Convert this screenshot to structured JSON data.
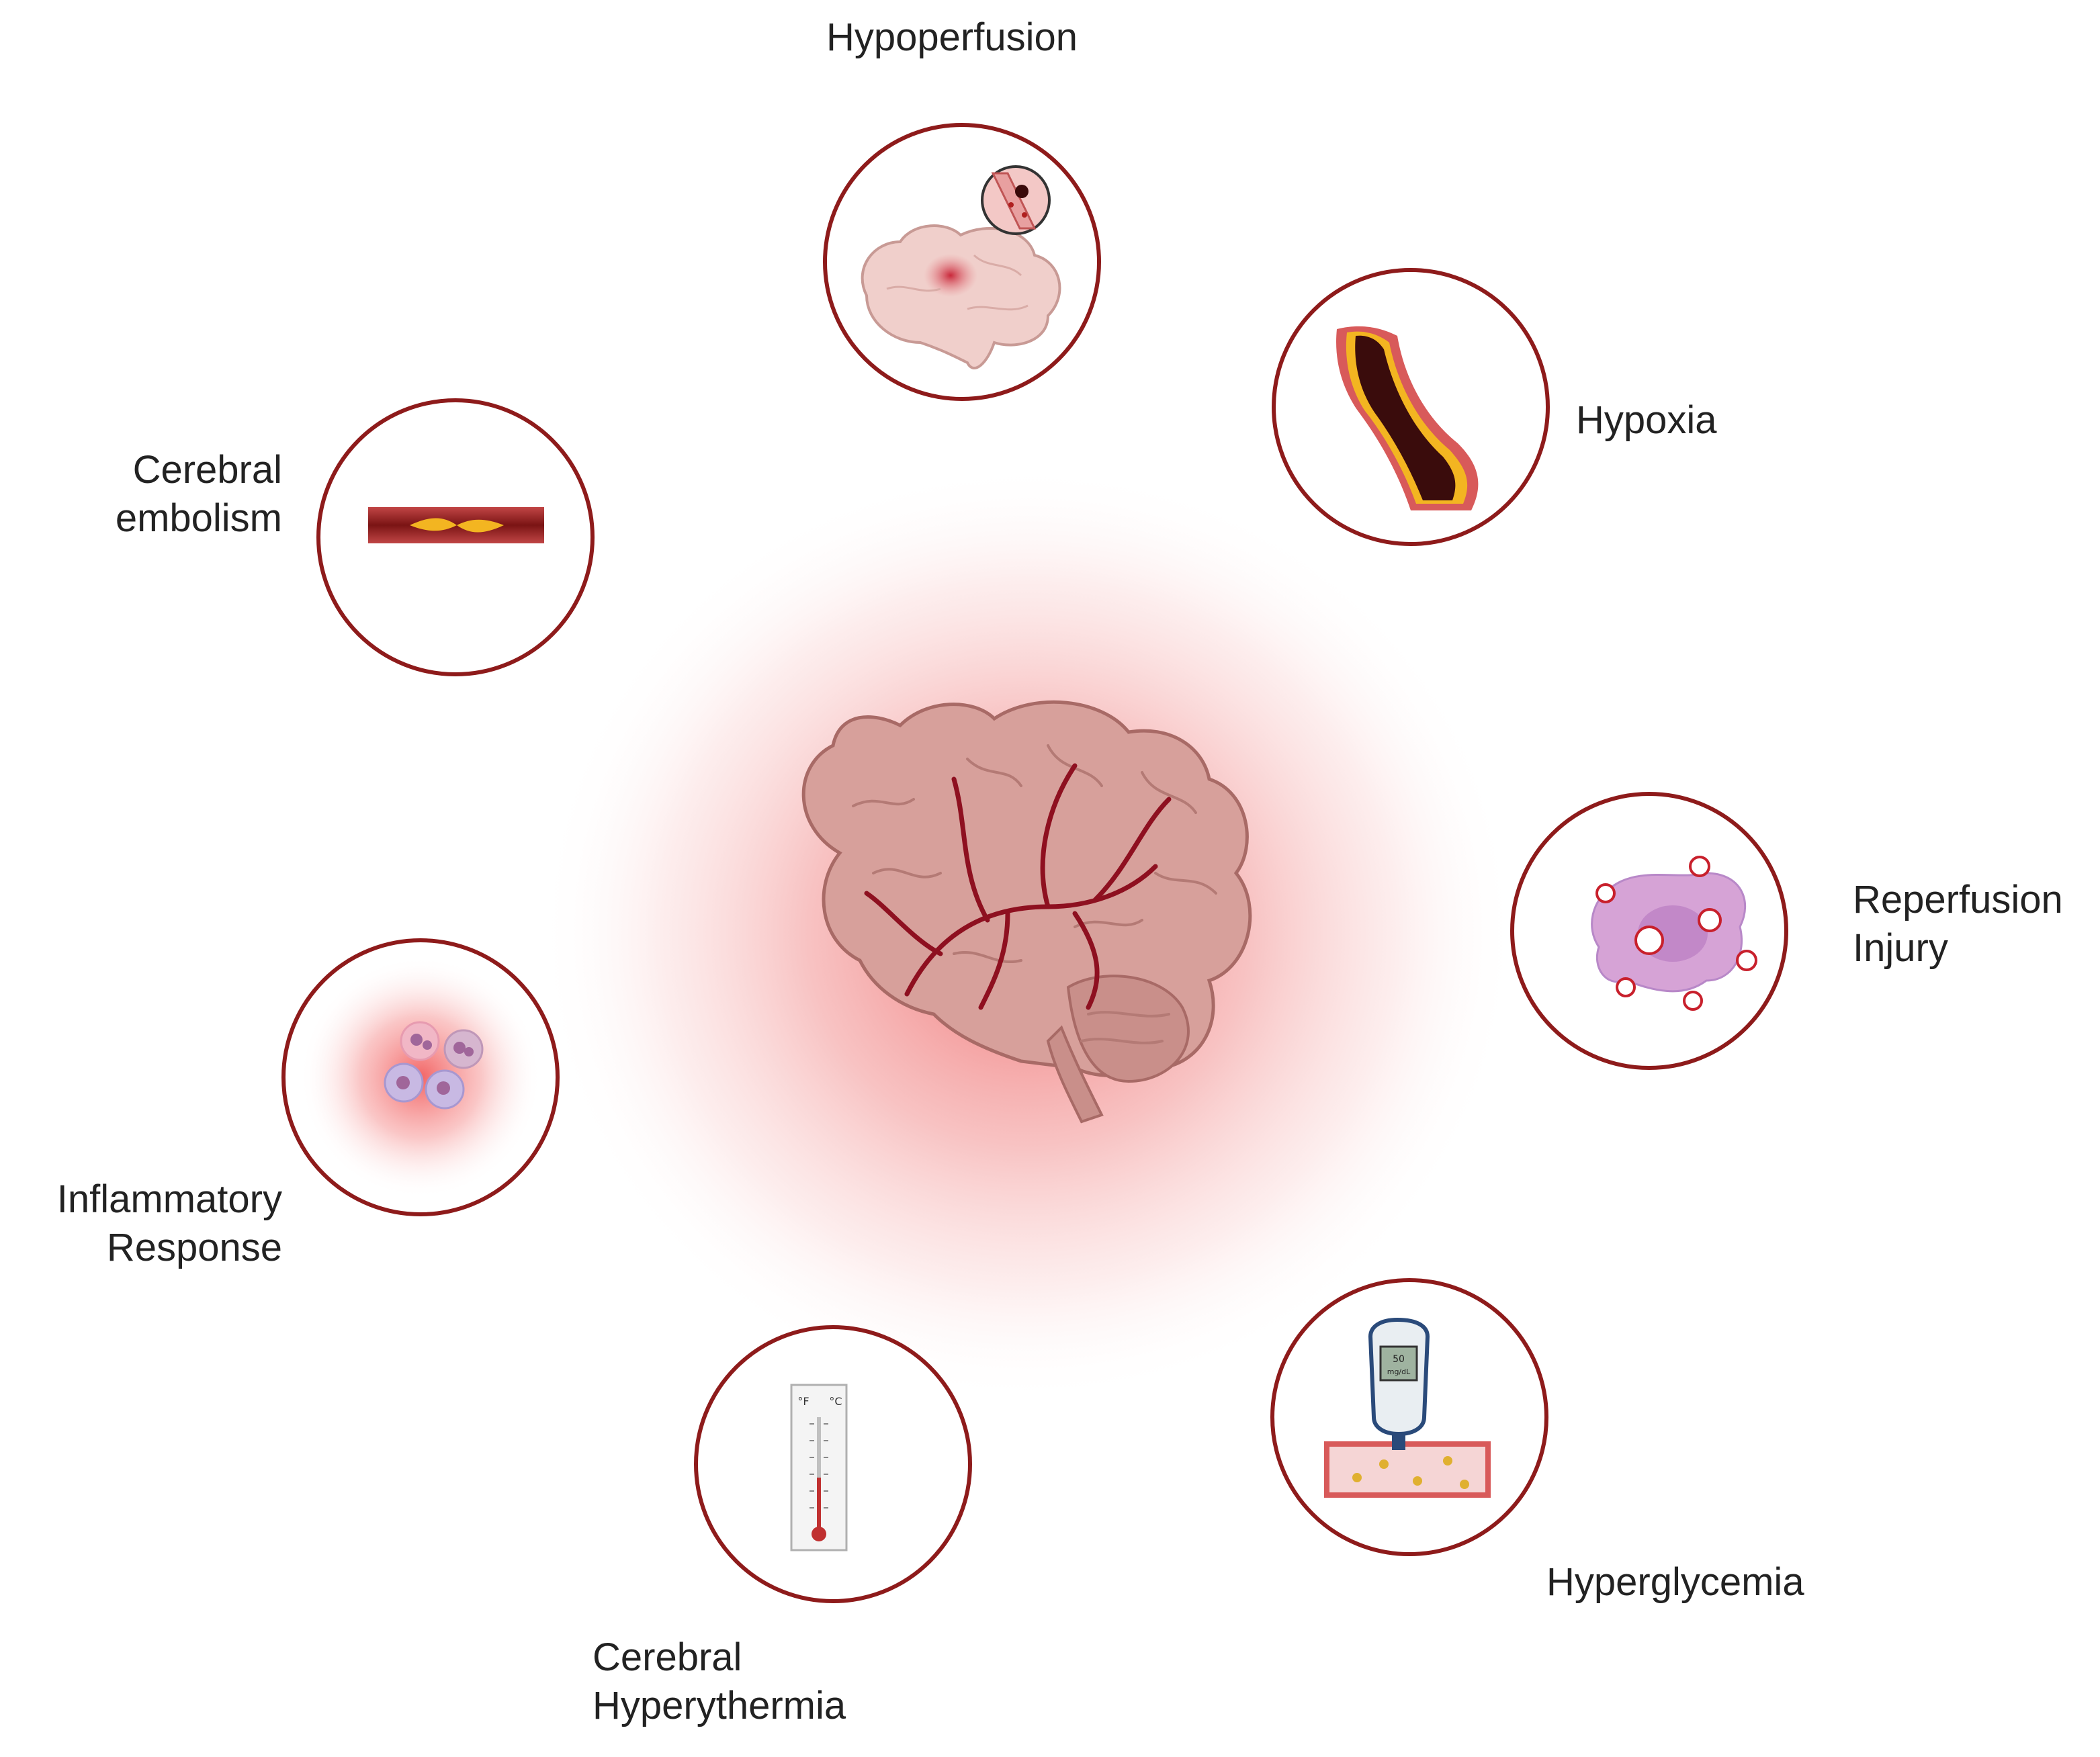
{
  "colors": {
    "ring": "#8e1b1b",
    "glow": "#ef7b7b",
    "brain_fill": "#d7a09b",
    "brain_vessel": "#8e1020",
    "label_text": "#222222"
  },
  "center": {
    "icon": "brain-icon"
  },
  "factors": [
    {
      "id": "hypoperfusion",
      "icon": "brain-vessel-icon",
      "lines": [
        "Hypoperfusion"
      ]
    },
    {
      "id": "hypoxia",
      "icon": "narrowed-artery-icon",
      "lines": [
        "Hypoxia"
      ]
    },
    {
      "id": "reperfusion-injury",
      "icon": "oxidative-cell-icon",
      "lines": [
        "Reperfusion",
        "Injury"
      ]
    },
    {
      "id": "hyperglycemia",
      "icon": "glucose-meter-icon",
      "lines": [
        "Hyperglycemia"
      ]
    },
    {
      "id": "cerebral-hyperthermia",
      "icon": "thermometer-icon",
      "lines": [
        "Cerebral",
        "Hyperythermia"
      ]
    },
    {
      "id": "inflammatory-response",
      "icon": "immune-cells-icon",
      "lines": [
        "Inflammatory",
        "Response"
      ]
    },
    {
      "id": "cerebral-embolism",
      "icon": "embolism-vessel-icon",
      "lines": [
        "Cerebral",
        "embolism"
      ]
    }
  ],
  "thermometer": {
    "left_unit": "°F",
    "right_unit": "°C"
  },
  "glucose_meter": {
    "value": "50",
    "unit": "mg/dL"
  }
}
